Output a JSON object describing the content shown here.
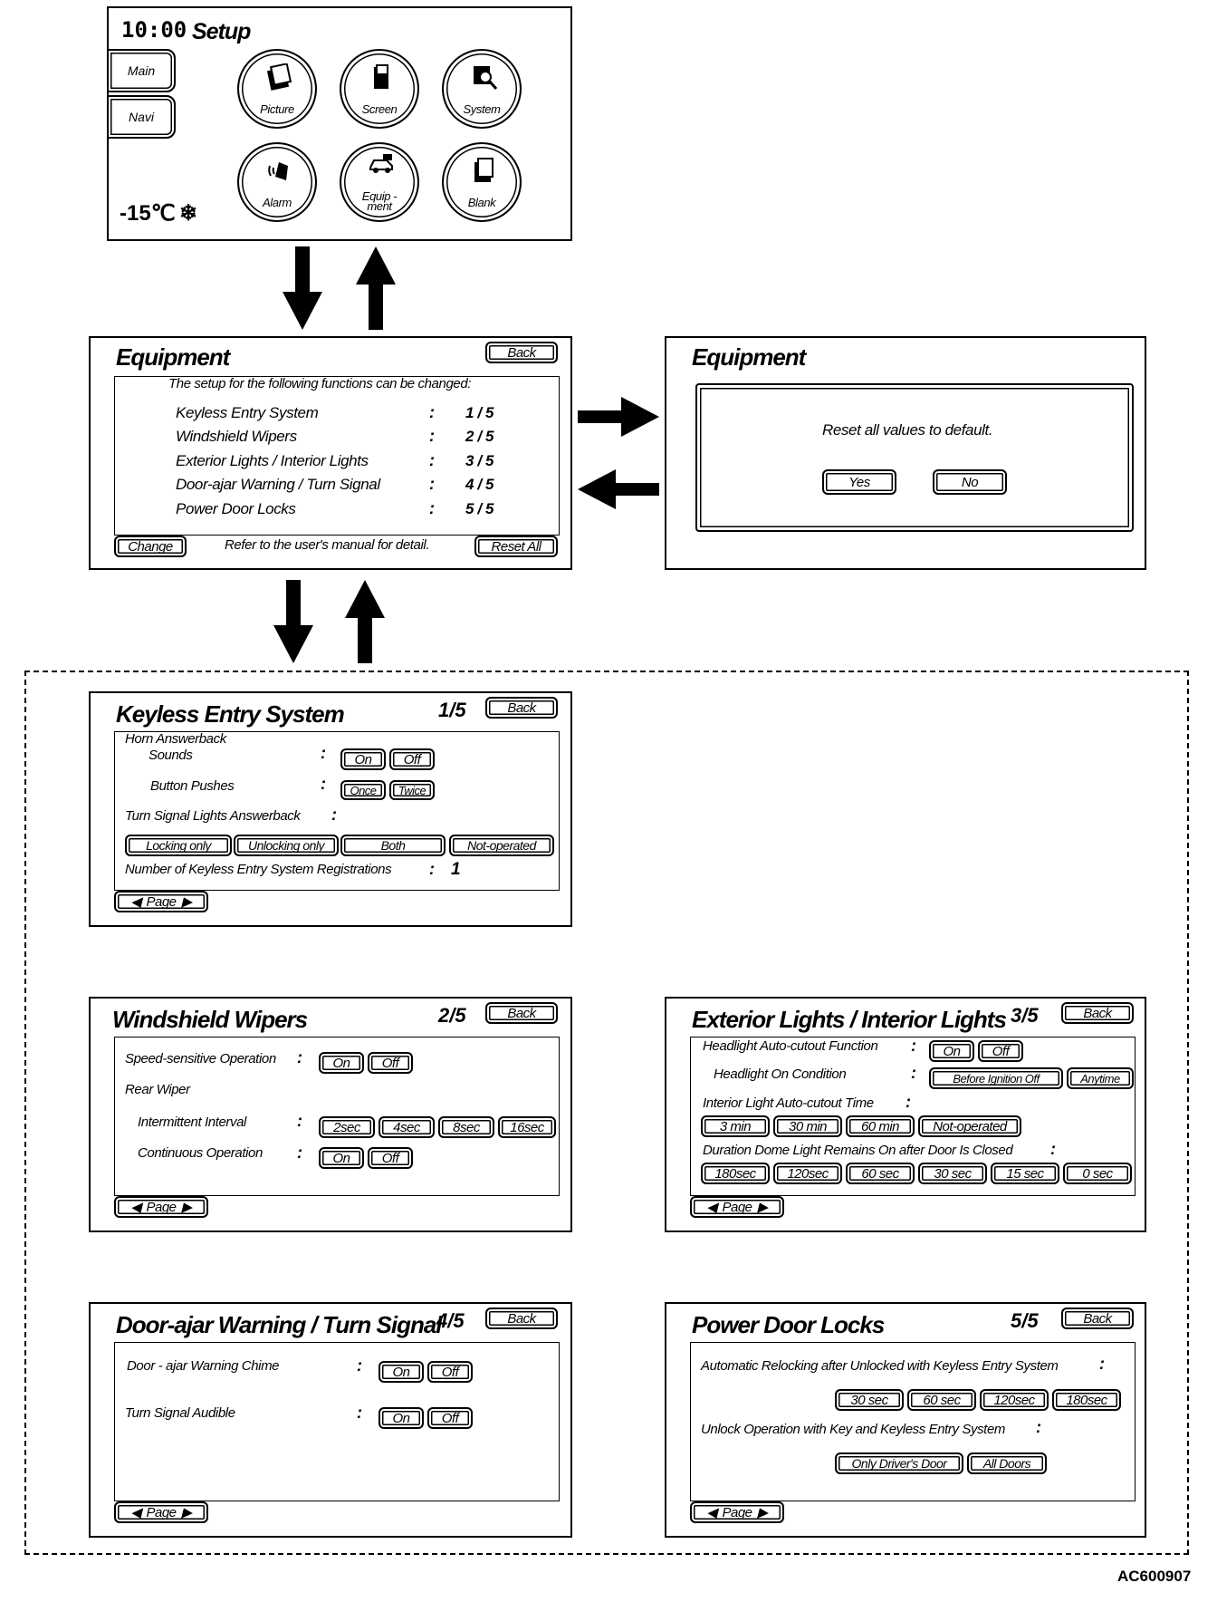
{
  "setup": {
    "clock": "10:00",
    "title": "Setup",
    "side_main": "Main",
    "side_navi": "Navi",
    "temperature": "-15℃",
    "icons": [
      {
        "label": "Picture",
        "icon": "picture-icon"
      },
      {
        "label": "Screen",
        "icon": "screen-icon"
      },
      {
        "label": "System",
        "icon": "system-icon"
      },
      {
        "label": "Alarm",
        "icon": "alarm-icon"
      },
      {
        "label": "Equip -\nment",
        "icon": "equipment-icon"
      },
      {
        "label": "Blank",
        "icon": "blank-icon"
      }
    ]
  },
  "equipment": {
    "title": "Equipment",
    "back": "Back",
    "intro": "The setup for the following functions can be  changed:",
    "items": [
      {
        "name": "Keyless Entry System",
        "page": "1 / 5"
      },
      {
        "name": "Windshield Wipers",
        "page": "2 / 5"
      },
      {
        "name": "Exterior Lights / Interior Lights",
        "page": "3 / 5"
      },
      {
        "name": "Door-ajar Warning / Turn Signal",
        "page": "4 / 5"
      },
      {
        "name": "Power Door Locks",
        "page": "5 / 5"
      }
    ],
    "change": "Change",
    "footer": "Refer to the user's manual for detail.",
    "reset_all": "Reset All"
  },
  "reset": {
    "title": "Equipment",
    "message": "Reset all values to default.",
    "yes": "Yes",
    "no": "No"
  },
  "keyless": {
    "title": "Keyless Entry System",
    "page": "1/5",
    "back": "Back",
    "horn_line1": "Horn Answerback",
    "horn_line2": "Sounds",
    "on": "On",
    "off": "Off",
    "button_pushes": "Button Pushes",
    "once": "Once",
    "twice": "Twice",
    "turn_signal": "Turn Signal Lights Answerback",
    "opts": [
      "Locking only",
      "Unlocking only",
      "Both",
      "Not-operated"
    ],
    "registrations": "Number of Keyless Entry System Registrations",
    "reg_value": "1",
    "page_btn": "Page"
  },
  "wipers": {
    "title": "Windshield Wipers",
    "page": "2/5",
    "back": "Back",
    "speed": "Speed-sensitive Operation",
    "on": "On",
    "off": "Off",
    "rear": "Rear Wiper",
    "intermittent": "Intermittent Interval",
    "intervals": [
      "2sec",
      "4sec",
      "8sec",
      "16sec"
    ],
    "continuous": "Continuous Operation",
    "page_btn": "Page"
  },
  "lights": {
    "title": "Exterior Lights / Interior Lights",
    "page": "3/5",
    "back": "Back",
    "headlight_cutout": "Headlight Auto-cutout Function",
    "on": "On",
    "off": "Off",
    "headlight_on": "Headlight On Condition",
    "before": "Before Ignition Off",
    "anytime": "Anytime",
    "interior": "Interior Light Auto-cutout Time",
    "interior_opts": [
      "3 min",
      "30 min",
      "60 min",
      "Not-operated"
    ],
    "dome": "Duration Dome Light Remains On after Door Is  Closed",
    "dome_opts": [
      "180sec",
      "120sec",
      "60 sec",
      "30 sec",
      "15 sec",
      "0 sec"
    ],
    "page_btn": "Page"
  },
  "door": {
    "title": "Door-ajar Warning / Turn Signal",
    "page": "4/5",
    "back": "Back",
    "chime": "Door - ajar Warning Chime",
    "audible": "Turn Signal Audible",
    "on": "On",
    "off": "Off",
    "page_btn": "Page"
  },
  "locks": {
    "title": "Power Door Locks",
    "page": "5/5",
    "back": "Back",
    "relock": "Automatic Relocking after Unlocked with Keyless Entry System",
    "relock_opts": [
      "30 sec",
      "60 sec",
      "120sec",
      "180sec"
    ],
    "unlock": "Unlock Operation with Key and Keyless Entry System",
    "unlock_opts": [
      "Only Driver's Door",
      "All Doors"
    ],
    "page_btn": "Page"
  },
  "figure_id": "AC600907"
}
